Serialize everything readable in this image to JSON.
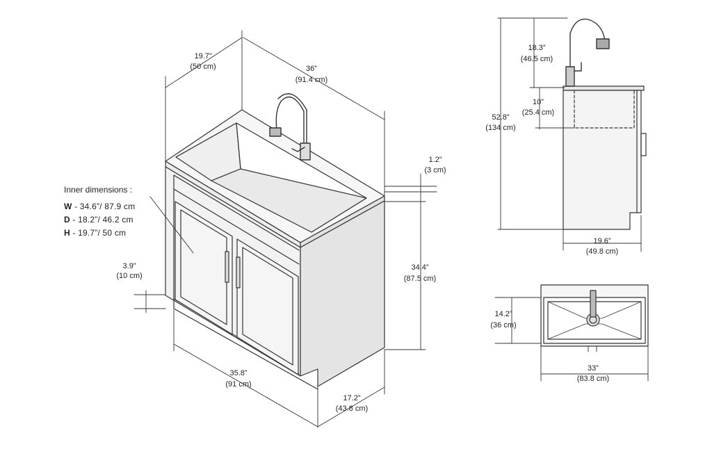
{
  "inner_dimensions": {
    "title": "Inner dimensions  :",
    "rows": [
      {
        "key": "W",
        "value": " - 34.6”/ 87.9 cm"
      },
      {
        "key": "D",
        "value": " - 18.2”/ 46.2 cm"
      },
      {
        "key": "H",
        "value": " - 19.7”/ 50 cm"
      }
    ]
  },
  "dims": {
    "depth_top": [
      "19.7”",
      "(50 cm)"
    ],
    "width_top": [
      "36”",
      "(91.4 cm)"
    ],
    "counter_thickness": [
      "1.2”",
      "(3 cm)"
    ],
    "cabinet_height": [
      "34.4”",
      "(87.5 cm)"
    ],
    "toe_kick": [
      "3.9”",
      "(10 cm)"
    ],
    "base_width": [
      "35.8”",
      "(91 cm)"
    ],
    "base_depth": [
      "17.2”",
      "(43.8 cm)"
    ],
    "faucet_height": [
      "18.3”",
      "(46.5 cm)"
    ],
    "basin_depth": [
      "10”",
      "(25.4 cm)"
    ],
    "total_height": [
      "52.8”",
      "(134 cm)"
    ],
    "side_depth": [
      "19.6”",
      "(49.8 cm)"
    ],
    "top_depth": [
      "14.2”",
      "(36 cm)"
    ],
    "top_width": [
      "33”",
      "(83.8 cm)"
    ]
  },
  "colors": {
    "line": "#333333",
    "fill_light": "#f4f4f4",
    "fill_mid": "#e6e6e6"
  }
}
